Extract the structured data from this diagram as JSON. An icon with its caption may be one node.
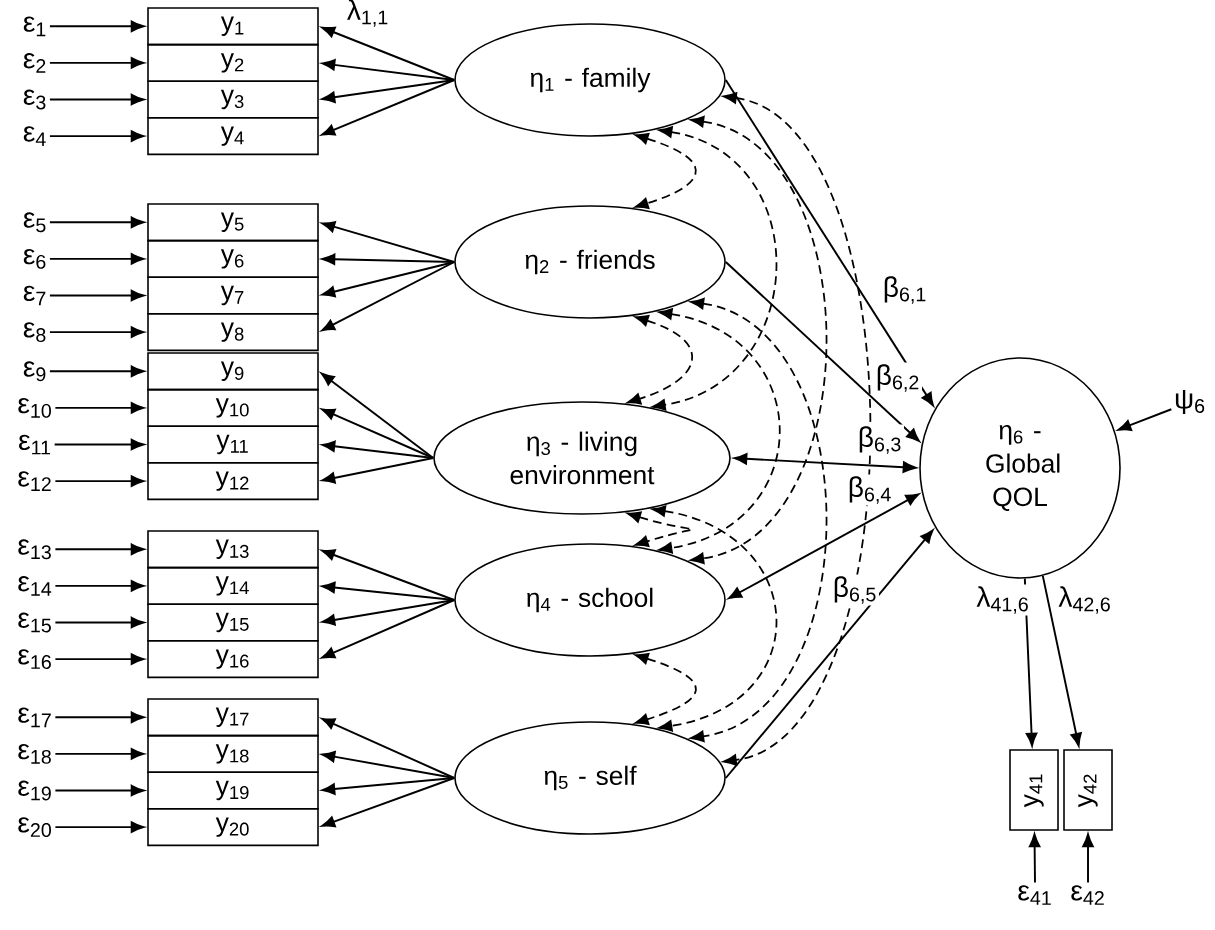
{
  "diagram": {
    "nodes": [
      {
        "text": [
          "ε$_{1}$"
        ]
      },
      {
        "text": [
          "ε$_{2}$"
        ]
      },
      {
        "text": [
          "ε$_{3}$"
        ]
      },
      {
        "text": [
          "ε$_{4}$"
        ]
      },
      {
        "text": [
          "ε$_{5}$"
        ]
      },
      {
        "text": [
          "ε$_{6}$"
        ]
      },
      {
        "text": [
          "ε$_{7}$"
        ]
      },
      {
        "text": [
          "ε$_{8}$"
        ]
      },
      {
        "text": [
          "ε$_{9}$"
        ]
      },
      {
        "text": [
          "ε$_{10}$"
        ]
      },
      {
        "text": [
          "ε$_{11}$"
        ]
      },
      {
        "text": [
          "ε$_{12}$"
        ]
      },
      {
        "text": [
          "ε$_{13}$"
        ]
      },
      {
        "text": [
          "ε$_{14}$"
        ]
      },
      {
        "text": [
          "ε$_{15}$"
        ]
      },
      {
        "text": [
          "ε$_{16}$"
        ]
      },
      {
        "text": [
          "ε$_{17}$"
        ]
      },
      {
        "text": [
          "ε$_{18}$"
        ]
      },
      {
        "text": [
          "ε$_{19}$"
        ]
      },
      {
        "text": [
          "ε$_{20}$"
        ]
      },
      {
        "text": [
          "y$_{1}$"
        ]
      },
      {
        "text": [
          "y$_{2}$"
        ]
      },
      {
        "text": [
          "y$_{3}$"
        ]
      },
      {
        "text": [
          "y$_{4}$"
        ]
      },
      {
        "text": [
          "y$_{5}$"
        ]
      },
      {
        "text": [
          "y$_{6}$"
        ]
      },
      {
        "text": [
          "y$_{7}$"
        ]
      },
      {
        "text": [
          "y$_{8}$"
        ]
      },
      {
        "text": [
          "y$_{9}$"
        ]
      },
      {
        "text": [
          "y$_{10}$"
        ]
      },
      {
        "text": [
          "y$_{11}$"
        ]
      },
      {
        "text": [
          "y$_{12}$"
        ]
      },
      {
        "text": [
          "y$_{13}$"
        ]
      },
      {
        "text": [
          "y$_{14}$"
        ]
      },
      {
        "text": [
          "y$_{15}$"
        ]
      },
      {
        "text": [
          "y$_{16}$"
        ]
      },
      {
        "text": [
          "y$_{17}$"
        ]
      },
      {
        "text": [
          "y$_{18}$"
        ]
      },
      {
        "text": [
          "y$_{19}$"
        ]
      },
      {
        "text": [
          "y$_{20}$"
        ]
      },
      {
        "text": [
          "η$_{1}$ - family"
        ]
      },
      {
        "text": [
          "η$_{2}$ - friends"
        ]
      },
      {
        "text": [
          "η$_{3}$ - living environment"
        ]
      },
      {
        "text": [
          "η$_{4}$ - school"
        ]
      },
      {
        "text": [
          "η$_{5}$ - self"
        ]
      },
      {
        "text": [
          "η$_{6}$ - Global QOL"
        ]
      },
      {
        "text": [
          "ψ$_{6}$"
        ]
      },
      {
        "text": [
          "y$_{41}$"
        ]
      },
      {
        "text": [
          "y$_{42}$"
        ]
      },
      {
        "text": [
          "ε$_{41}$"
        ]
      },
      {
        "text": [
          "ε$_{42}$"
        ]
      }
    ],
    "edges": [
      {
        "from": 0,
        "to": 20,
        "arrow": "to"
      },
      {
        "from": 1,
        "to": 21,
        "arrow": "to"
      },
      {
        "from": 2,
        "to": 22,
        "arrow": "to"
      },
      {
        "from": 3,
        "to": 23,
        "arrow": "to"
      },
      {
        "from": 4,
        "to": 24,
        "arrow": "to"
      },
      {
        "from": 5,
        "to": 25,
        "arrow": "to"
      },
      {
        "from": 6,
        "to": 26,
        "arrow": "to"
      },
      {
        "from": 7,
        "to": 27,
        "arrow": "to"
      },
      {
        "from": 8,
        "to": 28,
        "arrow": "to"
      },
      {
        "from": 9,
        "to": 29,
        "arrow": "to"
      },
      {
        "from": 10,
        "to": 30,
        "arrow": "to"
      },
      {
        "from": 11,
        "to": 31,
        "arrow": "to"
      },
      {
        "from": 12,
        "to": 32,
        "arrow": "to"
      },
      {
        "from": 13,
        "to": 33,
        "arrow": "to"
      },
      {
        "from": 14,
        "to": 34,
        "arrow": "to"
      },
      {
        "from": 15,
        "to": 35,
        "arrow": "to"
      },
      {
        "from": 16,
        "to": 36,
        "arrow": "to"
      },
      {
        "from": 17,
        "to": 37,
        "arrow": "to"
      },
      {
        "from": 18,
        "to": 38,
        "arrow": "to"
      },
      {
        "from": 19,
        "to": 39,
        "arrow": "to"
      },
      {
        "from": 40,
        "to": 20,
        "arrow": "to",
        "label": "λ$_{1,1}$"
      },
      {
        "from": 40,
        "to": 21,
        "arrow": "to"
      },
      {
        "from": 40,
        "to": 22,
        "arrow": "to"
      },
      {
        "from": 40,
        "to": 23,
        "arrow": "to"
      },
      {
        "from": 41,
        "to": 24,
        "arrow": "to"
      },
      {
        "from": 41,
        "to": 25,
        "arrow": "to"
      },
      {
        "from": 41,
        "to": 26,
        "arrow": "to"
      },
      {
        "from": 41,
        "to": 27,
        "arrow": "to"
      },
      {
        "from": 42,
        "to": 28,
        "arrow": "to"
      },
      {
        "from": 42,
        "to": 29,
        "arrow": "to"
      },
      {
        "from": 42,
        "to": 30,
        "arrow": "to"
      },
      {
        "from": 42,
        "to": 31,
        "arrow": "to"
      },
      {
        "from": 43,
        "to": 32,
        "arrow": "to"
      },
      {
        "from": 43,
        "to": 33,
        "arrow": "to"
      },
      {
        "from": 43,
        "to": 34,
        "arrow": "to"
      },
      {
        "from": 43,
        "to": 35,
        "arrow": "to"
      },
      {
        "from": 44,
        "to": 36,
        "arrow": "to"
      },
      {
        "from": 44,
        "to": 37,
        "arrow": "to"
      },
      {
        "from": 44,
        "to": 38,
        "arrow": "to"
      },
      {
        "from": 44,
        "to": 39,
        "arrow": "to"
      },
      {
        "from": 40,
        "to": 45,
        "arrow": "to",
        "label": "β$_{6,1}$"
      },
      {
        "from": 41,
        "to": 45,
        "arrow": "to",
        "label": "β$_{6,2}$"
      },
      {
        "from": 42,
        "to": 45,
        "arrow": "both",
        "label": "β$_{6,3}$"
      },
      {
        "from": 43,
        "to": 45,
        "arrow": "both",
        "label": "β$_{6,4}$"
      },
      {
        "from": 44,
        "to": 45,
        "arrow": "to",
        "label": "β$_{6,5}$"
      },
      {
        "from": 40,
        "to": 41,
        "arrow": "both",
        "style": "dashed"
      },
      {
        "from": 40,
        "to": 42,
        "arrow": "both",
        "style": "dashed"
      },
      {
        "from": 40,
        "to": 43,
        "arrow": "both",
        "style": "dashed"
      },
      {
        "from": 40,
        "to": 44,
        "arrow": "both",
        "style": "dashed"
      },
      {
        "from": 41,
        "to": 42,
        "arrow": "both",
        "style": "dashed"
      },
      {
        "from": 41,
        "to": 43,
        "arrow": "both",
        "style": "dashed"
      },
      {
        "from": 41,
        "to": 44,
        "arrow": "both",
        "style": "dashed"
      },
      {
        "from": 42,
        "to": 43,
        "arrow": "both",
        "style": "dashed"
      },
      {
        "from": 42,
        "to": 44,
        "arrow": "both",
        "style": "dashed"
      },
      {
        "from": 43,
        "to": 44,
        "arrow": "both",
        "style": "dashed"
      },
      {
        "from": 46,
        "to": 45,
        "arrow": "to"
      },
      {
        "from": 45,
        "to": 47,
        "arrow": "to",
        "label": "λ$_{41,6}$"
      },
      {
        "from": 45,
        "to": 48,
        "arrow": "to",
        "label": "λ$_{42,6}$"
      },
      {
        "from": 49,
        "to": 47,
        "arrow": "to"
      },
      {
        "from": 50,
        "to": 48,
        "arrow": "to"
      }
    ]
  }
}
